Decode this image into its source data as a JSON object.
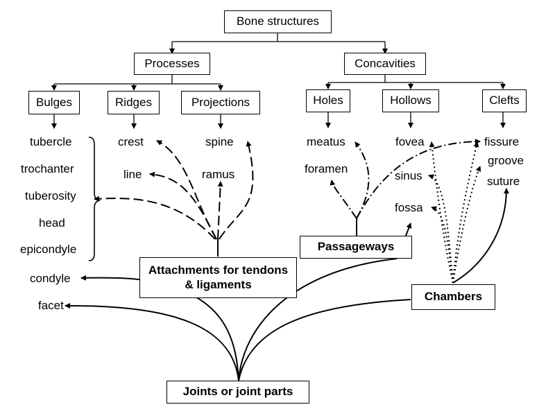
{
  "root": "Bone structures",
  "categories": {
    "processes": "Processes",
    "concavities": "Concavities"
  },
  "subcategories": {
    "bulges": "Bulges",
    "ridges": "Ridges",
    "projections": "Projections",
    "holes": "Holes",
    "hollows": "Hollows",
    "clefts": "Clefts"
  },
  "terms": {
    "tubercle": "tubercle",
    "trochanter": "trochanter",
    "tuberosity": "tuberosity",
    "head": "head",
    "epicondyle": "epicondyle",
    "condyle": "condyle",
    "facet": "facet",
    "crest": "crest",
    "line": "line",
    "spine": "spine",
    "ramus": "ramus",
    "meatus": "meatus",
    "foramen": "foramen",
    "fovea": "fovea",
    "sinus": "sinus",
    "fossa": "fossa",
    "fissure": "fissure",
    "groove": "groove",
    "suture": "suture"
  },
  "functions": {
    "attachments": "Attachments for tendons & ligaments",
    "passageways": "Passageways",
    "chambers": "Chambers",
    "joints": "Joints or joint parts"
  }
}
